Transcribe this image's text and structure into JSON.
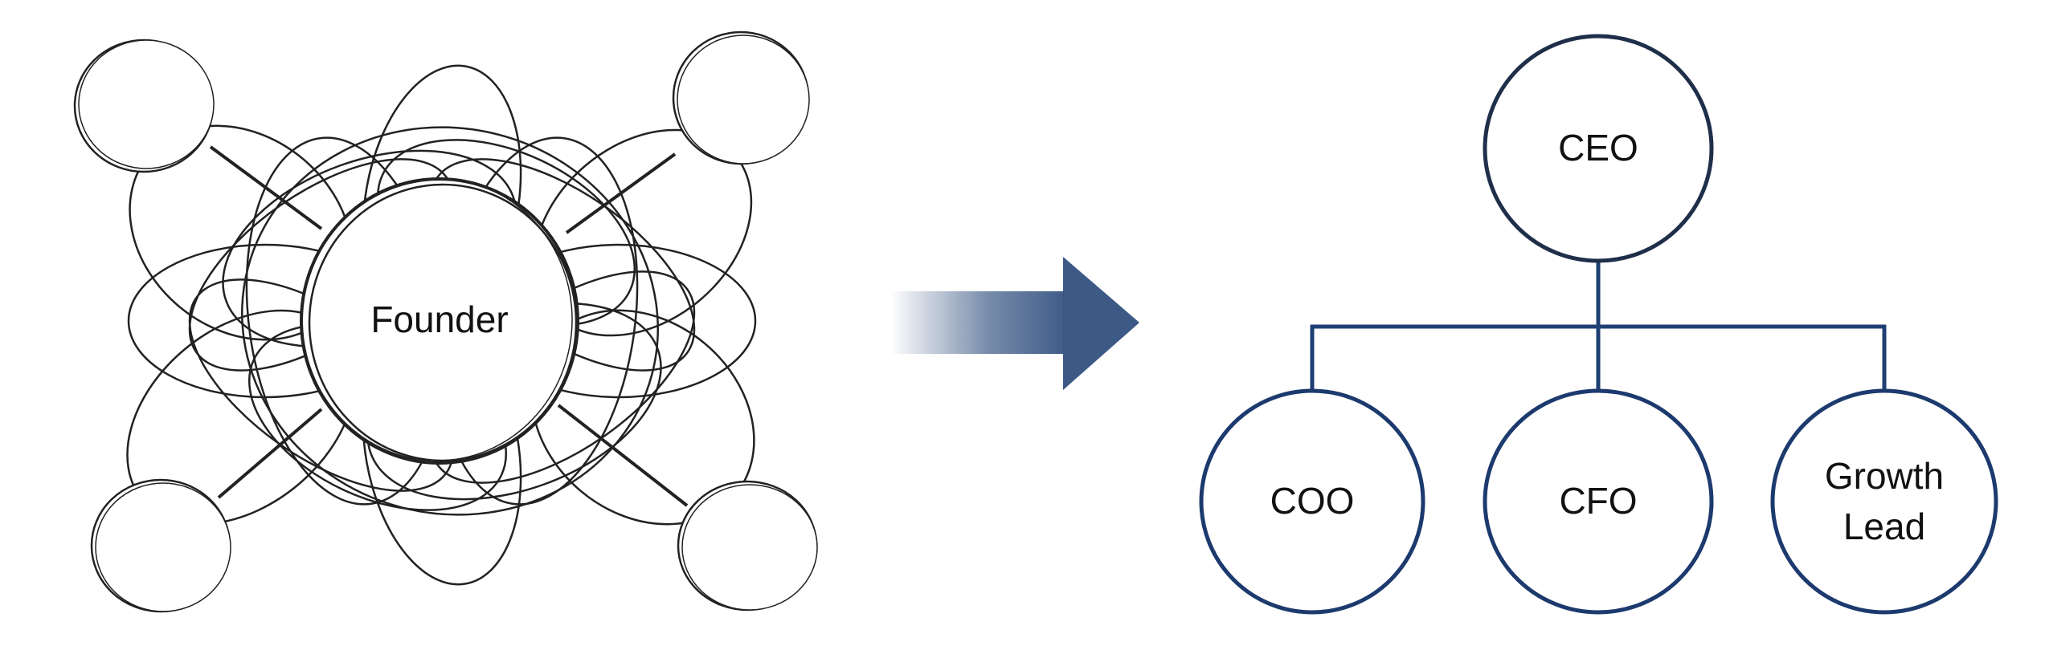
{
  "before": {
    "center_label": "Founder",
    "satellite_count": 4
  },
  "after": {
    "top": {
      "label": "CEO"
    },
    "children": [
      {
        "label": "COO"
      },
      {
        "label": "CFO"
      },
      {
        "label_line1": "Growth",
        "label_line2": "Lead"
      }
    ]
  },
  "colors": {
    "sketch": "#222222",
    "arrow": "#3d5a86",
    "ceo_stroke": "#1f2f4a",
    "child_stroke": "#1c3a6e",
    "connector": "#1e3f73"
  }
}
